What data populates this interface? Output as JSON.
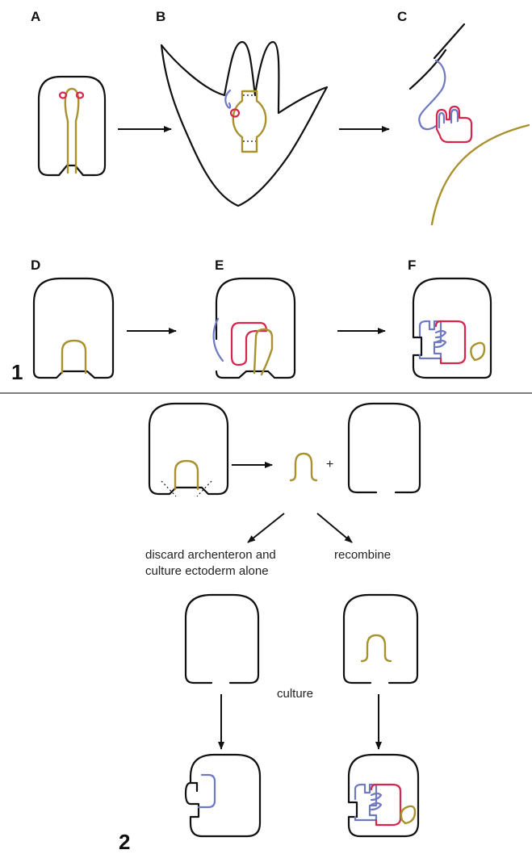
{
  "panels": {
    "A": "A",
    "B": "B",
    "C": "C",
    "D": "D",
    "E": "E",
    "F": "F"
  },
  "parts": {
    "one": "1",
    "two": "2"
  },
  "captions": {
    "discard_line1": "discard archenteron and",
    "discard_line2": "culture ectoderm alone",
    "recombine": "recombine",
    "culture": "culture",
    "plus": "+"
  },
  "colors": {
    "outline": "#111111",
    "archenteron": "#a8922e",
    "ectoderm": "#6f79c2",
    "mesoderm": "#d6264e"
  }
}
